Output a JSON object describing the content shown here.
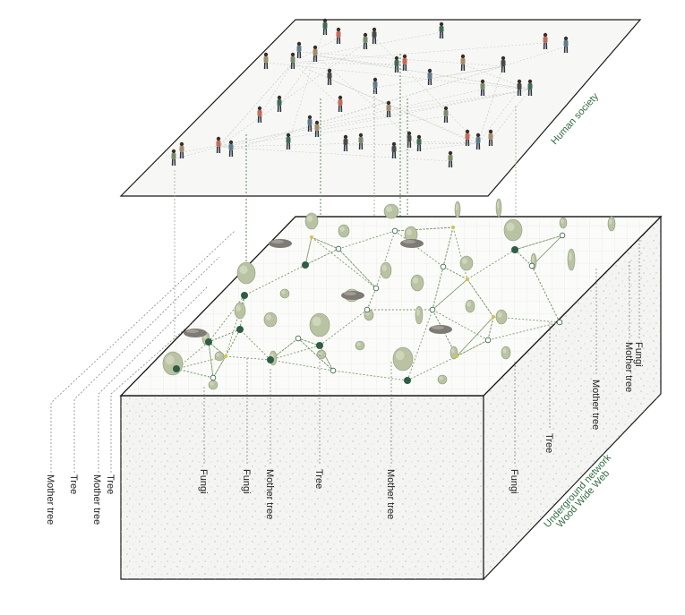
{
  "colors": {
    "outline": "#1a1a1a",
    "network": "#7a9a6a",
    "node_dark": "#2f5d46",
    "node_accent": "#d4c44a",
    "label_green": "#2f6b3e",
    "plane_fill": "#f7f8f6",
    "soil_fill": "#f4f5f2",
    "tree_fill": "#b9c3a4",
    "stone_fill": "#7e7a74"
  },
  "human_plane": {
    "label": "Human society",
    "icon": "people-figures"
  },
  "ground_block": {
    "label_line1": "Underground network",
    "label_line2": "Wood Wide Web",
    "icon": "trees-and-fungi"
  },
  "callouts": [
    {
      "text": "Mother tree"
    },
    {
      "text": "Tree"
    },
    {
      "text": "Mother tree"
    },
    {
      "text": "Tree"
    },
    {
      "text": "Fungi"
    },
    {
      "text": "Fungi"
    },
    {
      "text": "Mother tree"
    },
    {
      "text": "Tree"
    },
    {
      "text": "Mother tree"
    },
    {
      "text": "Fungi"
    },
    {
      "text": "Tree"
    },
    {
      "text": "Mother tree"
    },
    {
      "text": "Mother tree"
    },
    {
      "text": "Fungi"
    }
  ]
}
